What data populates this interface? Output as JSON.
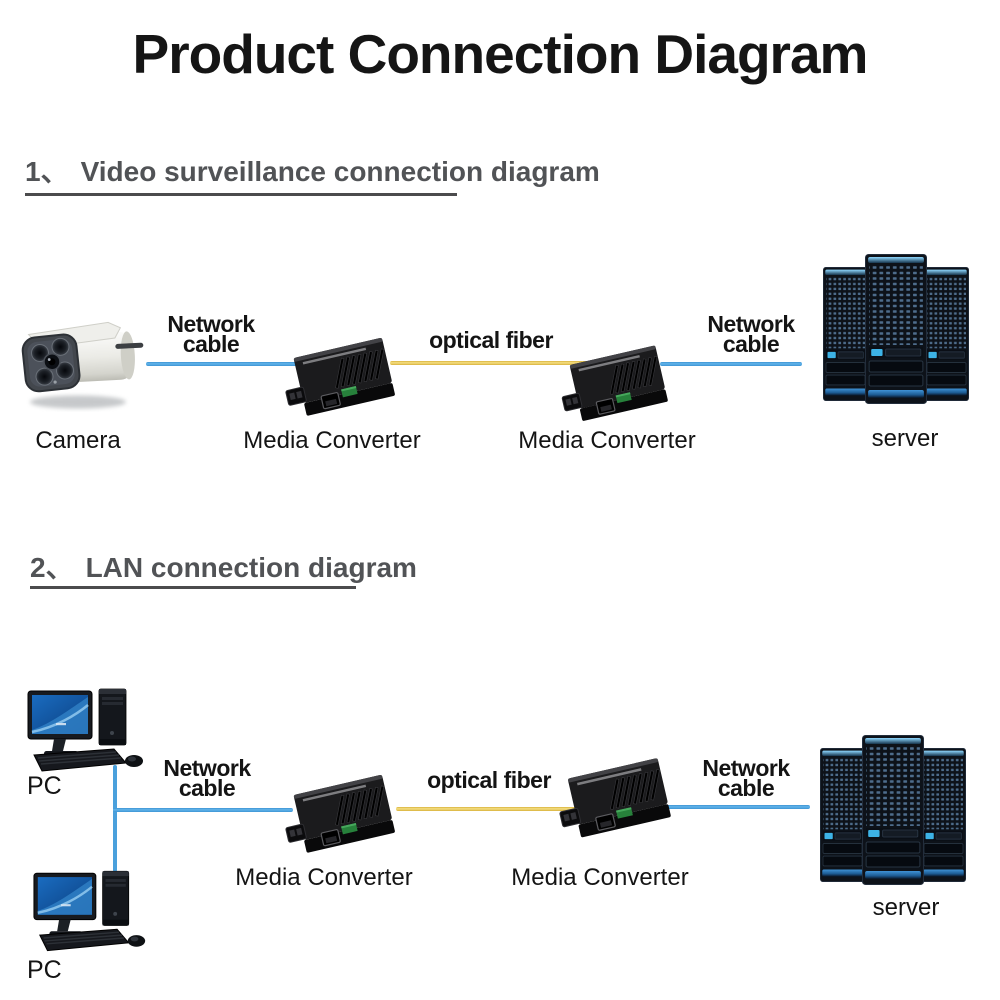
{
  "title": "Product Connection Diagram",
  "sections": {
    "s1": {
      "number": "1、",
      "heading": "Video surveillance connection diagram",
      "camera_label": "Camera",
      "converter1_label": "Media Converter",
      "converter2_label": "Media Converter",
      "server_label": "server",
      "cable_left_label": "Network cable",
      "fiber_label": "optical fiber",
      "cable_right_label": "Network cable"
    },
    "s2": {
      "number": "2、",
      "heading": "LAN connection diagram",
      "pc1_label": "PC",
      "pc2_label": "PC",
      "converter1_label": "Media Converter",
      "converter2_label": "Media Converter",
      "server_label": "server",
      "cable_left_label": "Network cable",
      "fiber_label": "optical fiber",
      "cable_right_label": "Network cable"
    }
  },
  "colors": {
    "network_cable_line": "#4aa0dc",
    "optical_fiber_line": "#eccf58",
    "heading_text": "#515356",
    "label_text": "#141414",
    "background": "#ffffff"
  },
  "icons": {
    "camera": "cctv-bullet-camera",
    "media_converter": "fiber-media-converter",
    "server": "server-rack-towers",
    "pc": "desktop-computer"
  }
}
